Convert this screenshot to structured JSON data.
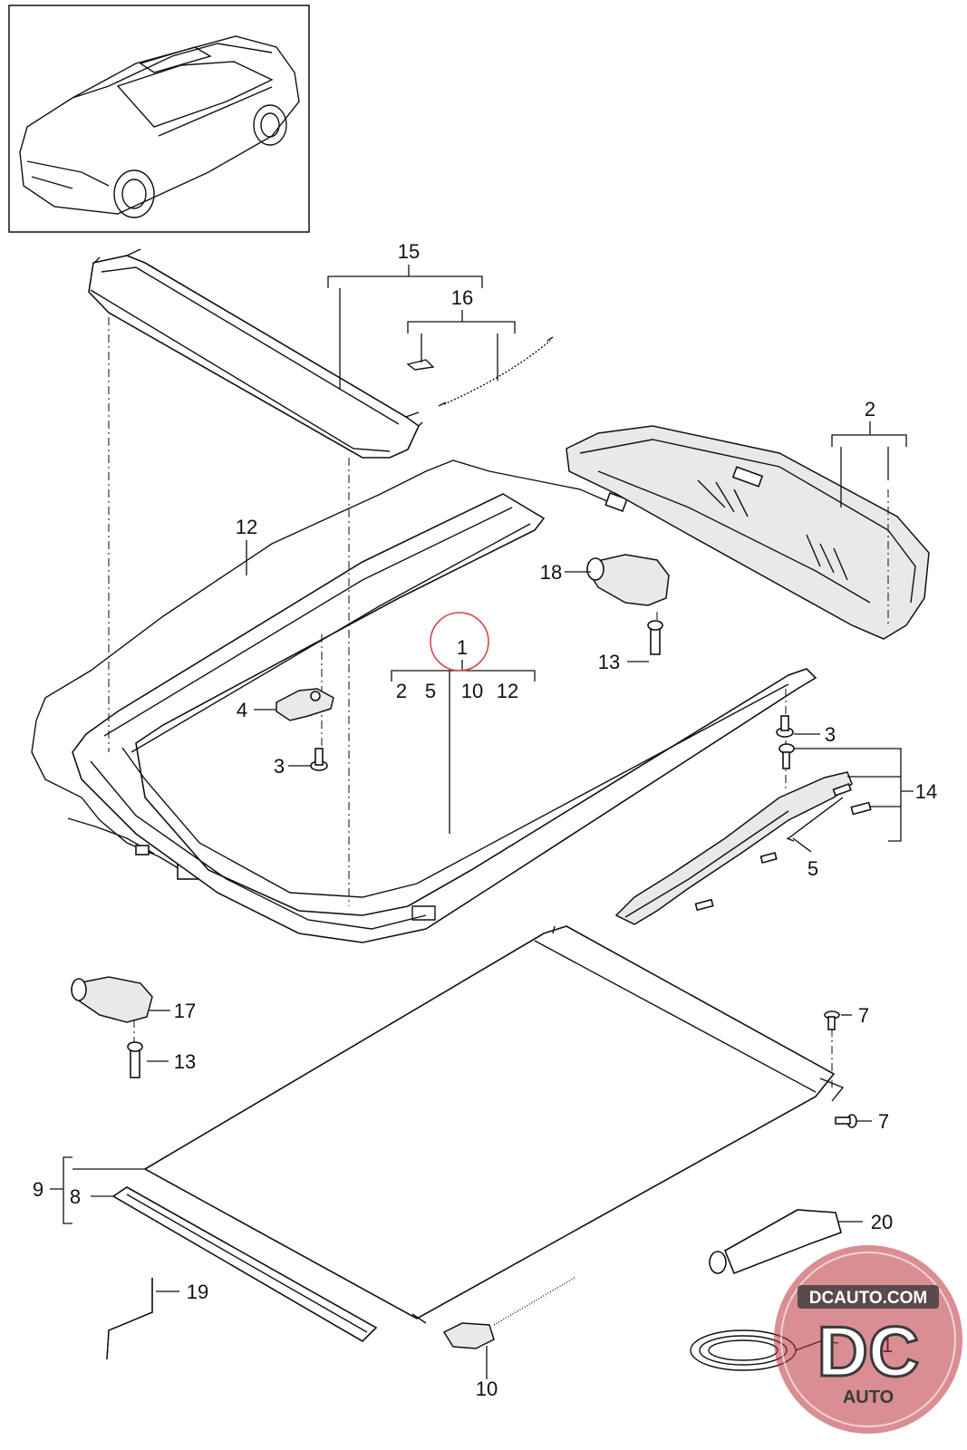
{
  "diagram": {
    "callouts": [
      {
        "id": "c1",
        "text": "1"
      },
      {
        "id": "c2",
        "text": "2"
      },
      {
        "id": "c3a",
        "text": "3"
      },
      {
        "id": "c3b",
        "text": "3"
      },
      {
        "id": "c4",
        "text": "4"
      },
      {
        "id": "c5",
        "text": "5"
      },
      {
        "id": "c7a",
        "text": "7"
      },
      {
        "id": "c7b",
        "text": "7"
      },
      {
        "id": "c8",
        "text": "8"
      },
      {
        "id": "c9",
        "text": "9"
      },
      {
        "id": "c10",
        "text": "10"
      },
      {
        "id": "c12",
        "text": "12"
      },
      {
        "id": "c13a",
        "text": "13"
      },
      {
        "id": "c13b",
        "text": "13"
      },
      {
        "id": "c14",
        "text": "14"
      },
      {
        "id": "c15",
        "text": "15"
      },
      {
        "id": "c16",
        "text": "16"
      },
      {
        "id": "c17",
        "text": "17"
      },
      {
        "id": "c18",
        "text": "18"
      },
      {
        "id": "c19",
        "text": "19"
      },
      {
        "id": "c20",
        "text": "20"
      },
      {
        "id": "c21",
        "text": "21"
      }
    ],
    "assembly_1_components": [
      "2",
      "5",
      "10",
      "12"
    ],
    "highlight_color": "#d04a4a"
  },
  "watermark": {
    "line1": "DCAUTO.COM",
    "letters": "DC",
    "line2": "AUTO",
    "colors": {
      "badge": "#b9313a",
      "dark": "#3a3a3a"
    }
  }
}
